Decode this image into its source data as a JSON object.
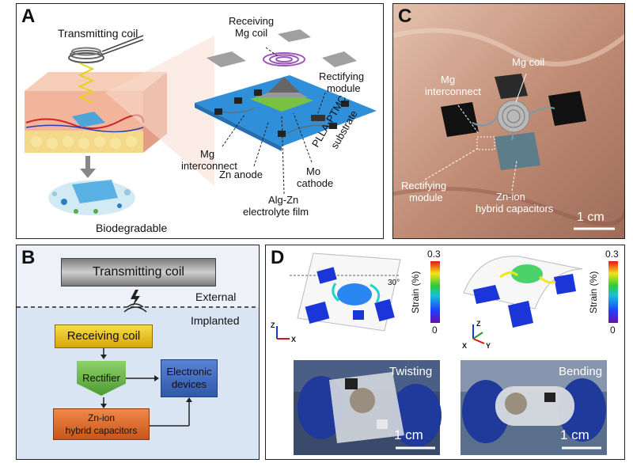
{
  "panels": {
    "a": "A",
    "b": "B",
    "c": "C",
    "d": "D"
  },
  "panel_a": {
    "transmitting_coil": "Transmitting coil",
    "receiving_coil_line1": "Receiving",
    "receiving_coil_line2": "Mg coil",
    "rectifying_line1": "Rectifying",
    "rectifying_line2": "module",
    "substrate_line1": "PLLA-PTMC",
    "substrate_line2": "substrate",
    "mg_line1": "Mg",
    "mg_line2": "interconnect",
    "zn_anode": "Zn anode",
    "mo_line1": "Mo",
    "mo_line2": "cathode",
    "alg_line1": "Alg-Zn",
    "alg_line2": "electrolyte film",
    "biodegradable": "Biodegradable"
  },
  "panel_b": {
    "transmitting_coil": "Transmitting coil",
    "external": "External",
    "implanted": "Implanted",
    "receiving_coil": "Receiving coil",
    "rectifier": "Rectifier",
    "electronic_line1": "Electronic",
    "electronic_line2": "devices",
    "zn_line1": "Zn-ion",
    "zn_line2": "hybrid capacitors"
  },
  "panel_c": {
    "mg_coil": "Mg coil",
    "mg_inter_line1": "Mg",
    "mg_inter_line2": "interconnect",
    "rect_line1": "Rectifying",
    "rect_line2": "module",
    "zn_line1": "Zn-ion",
    "zn_line2": "hybrid capacitors",
    "scale": "1 cm"
  },
  "panel_d": {
    "angle": "30°",
    "colorbar_top": "0.3",
    "colorbar_bottom": "0",
    "colorbar_label": "Strain (%)",
    "axis_z": "Z",
    "axis_x": "X",
    "axis_y": "Y",
    "twisting": "Twisting",
    "bending": "Bending",
    "scale_left": "1 cm",
    "scale_right": "1 cm"
  }
}
